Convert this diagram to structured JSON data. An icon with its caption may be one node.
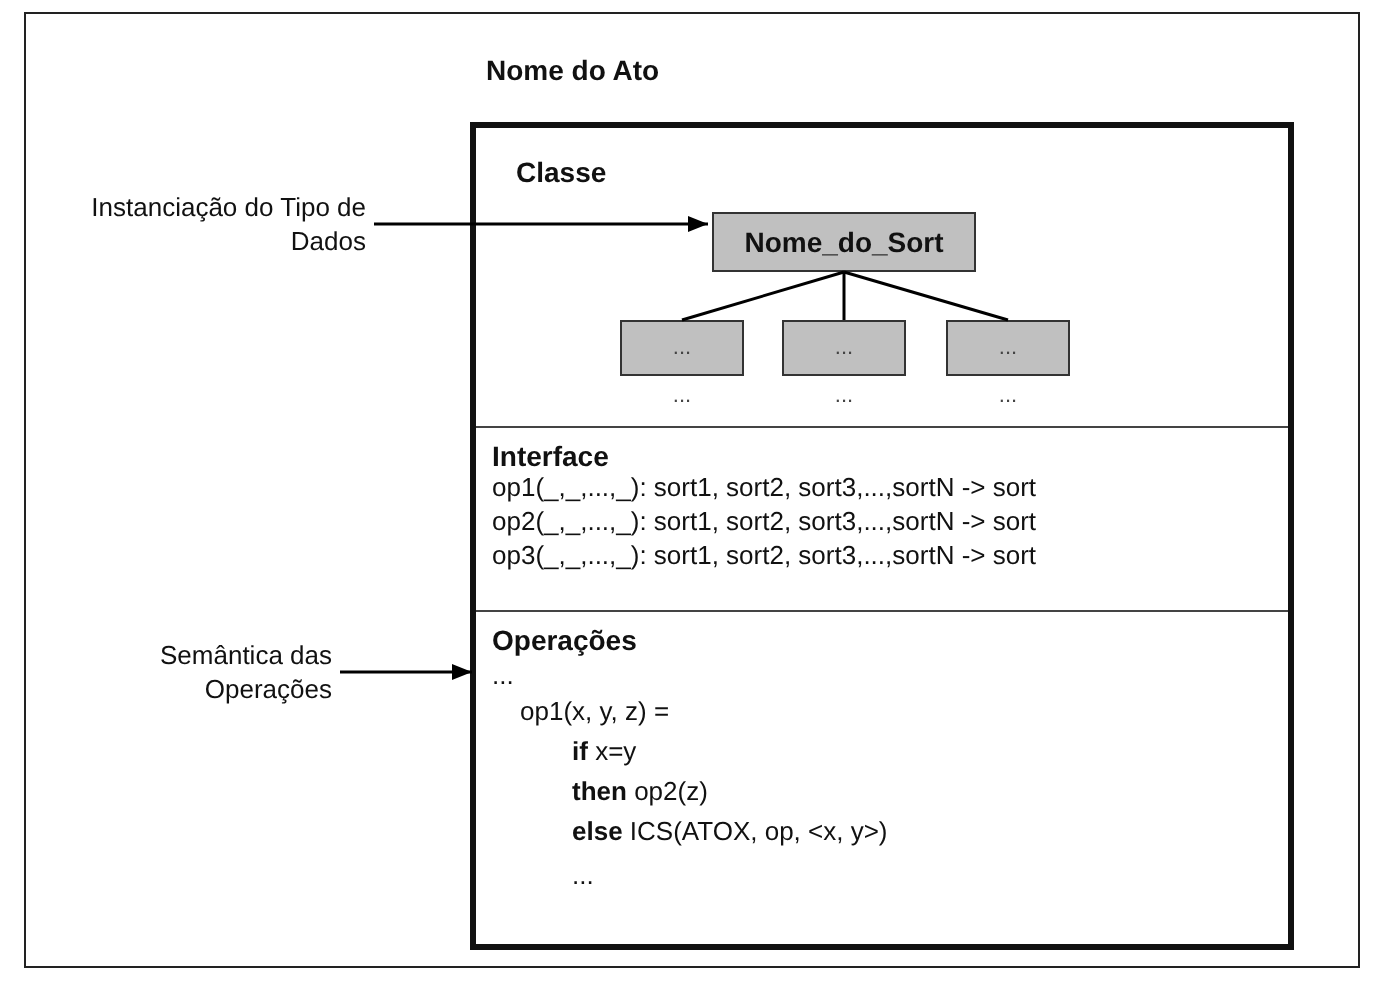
{
  "diagram": {
    "nodes": [
      {
        "text": [
          "Nome do Ato"
        ]
      },
      {
        "text": [],
        "shape": "box",
        "in": 0
      },
      {
        "text": [
          "Classe"
        ],
        "in": 1
      },
      {
        "text": [
          "Nome_do_Sort"
        ],
        "in": 2
      },
      {
        "text": [
          "..."
        ],
        "beside": [
          "..."
        ],
        "in": 2
      },
      {
        "text": [
          "..."
        ],
        "beside": [
          "..."
        ],
        "in": 2
      },
      {
        "text": [
          "..."
        ],
        "beside": [
          "..."
        ],
        "in": 2
      },
      {
        "text": [
          "Interface",
          "op1(_,_,...,_):  sort1, sort2, sort3,...,sortN -> sort",
          "op2(_,_,...,_):  sort1, sort2, sort3,...,sortN -> sort",
          "op3(_,_,...,_):  sort1, sort2, sort3,...,sortN -> sort"
        ],
        "in": 1
      },
      {
        "text": [
          "Operações",
          "...",
          "op1(x, y, z) =",
          "**if** x=y",
          "**then** op2(z)",
          "**else** ICS(ATOX, op, <x, y>)",
          "..."
        ],
        "in": 1
      },
      {
        "text": [
          "Instanciação do Tipo de Dados"
        ],
        "in": 0
      },
      {
        "text": [
          "Semântica das Operações"
        ],
        "in": 0
      }
    ],
    "edges": [
      {
        "from": 3,
        "to": 4,
        "arrow": "none"
      },
      {
        "from": 3,
        "to": 5,
        "arrow": "none"
      },
      {
        "from": 3,
        "to": 6,
        "arrow": "none"
      },
      {
        "from": 9,
        "to": 3,
        "arrow": "to"
      },
      {
        "from": 10,
        "to": 8,
        "arrow": "to"
      }
    ]
  }
}
